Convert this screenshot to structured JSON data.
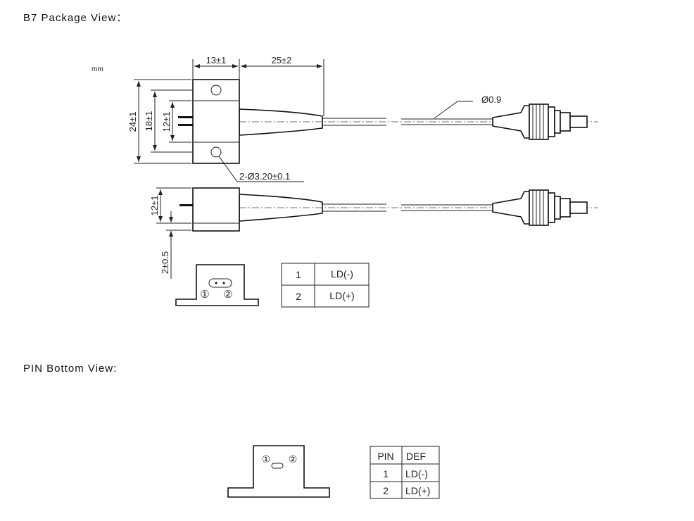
{
  "sections": {
    "package_view_title": "B7 Package View：",
    "pin_bottom_view_title": "PIN Bottom View:"
  },
  "drawing": {
    "unit": "mm",
    "dim_body_length": "13±1",
    "dim_tail_length": "25±2",
    "dim_height_total": "24±1",
    "dim_hole_spacing": "18±1",
    "dim_body_center": "12±1",
    "dim_side_height": "12±1",
    "dim_pin_offset": "2±0.5",
    "hole_callout": "2-Ø3.20±0.1",
    "fiber_diameter": "Ø0.9",
    "pin_marker_1": "①",
    "pin_marker_2": "②"
  },
  "pin_table_1": {
    "rows": [
      [
        "1",
        "LD(-)"
      ],
      [
        "2",
        "LD(+)"
      ]
    ]
  },
  "pin_table_2": {
    "headers": [
      "PIN",
      "DEF"
    ],
    "rows": [
      [
        "1",
        "LD(-)"
      ],
      [
        "2",
        "LD(+)"
      ]
    ]
  }
}
